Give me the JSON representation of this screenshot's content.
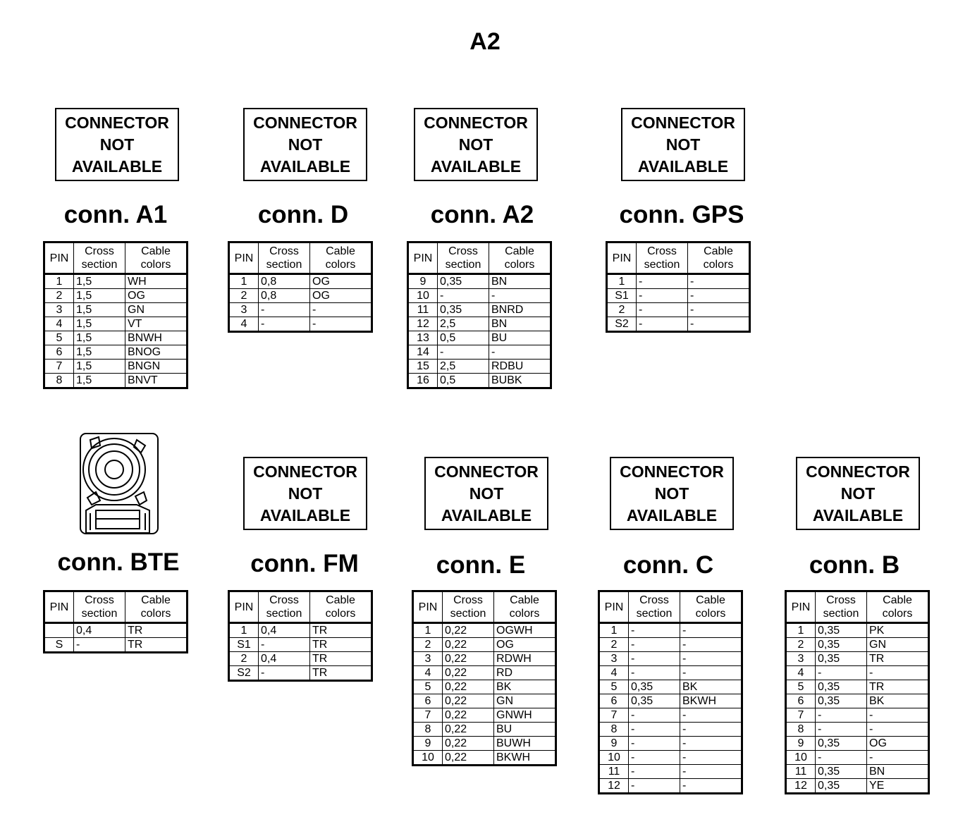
{
  "page_title": "A2",
  "not_available_lines": [
    "CONNECTOR",
    "NOT",
    "AVAILABLE"
  ],
  "table_headers": {
    "pin": "PIN",
    "cross_section": [
      "Cross",
      "section"
    ],
    "cable_colors": [
      "Cable",
      "colors"
    ]
  },
  "connectors": [
    {
      "id": "a1",
      "title": "conn. A1",
      "rows": [
        [
          "1",
          "1,5",
          "WH"
        ],
        [
          "2",
          "1,5",
          "OG"
        ],
        [
          "3",
          "1,5",
          "GN"
        ],
        [
          "4",
          "1,5",
          "VT"
        ],
        [
          "5",
          "1,5",
          "BNWH"
        ],
        [
          "6",
          "1,5",
          "BNOG"
        ],
        [
          "7",
          "1,5",
          "BNGN"
        ],
        [
          "8",
          "1,5",
          "BNVT"
        ]
      ]
    },
    {
      "id": "d",
      "title": "conn. D",
      "rows": [
        [
          "1",
          "0,8",
          "OG"
        ],
        [
          "2",
          "0,8",
          "OG"
        ],
        [
          "3",
          "-",
          "-"
        ],
        [
          "4",
          "-",
          "-"
        ]
      ]
    },
    {
      "id": "a2",
      "title": "conn. A2",
      "rows": [
        [
          "9",
          "0,35",
          "BN"
        ],
        [
          "10",
          "-",
          "-"
        ],
        [
          "11",
          "0,35",
          "BNRD"
        ],
        [
          "12",
          "2,5",
          "BN"
        ],
        [
          "13",
          "0,5",
          "BU"
        ],
        [
          "14",
          "-",
          "-"
        ],
        [
          "15",
          "2,5",
          "RDBU"
        ],
        [
          "16",
          "0,5",
          "BUBK"
        ]
      ]
    },
    {
      "id": "gps",
      "title": "conn. GPS",
      "rows": [
        [
          "1",
          "-",
          "-"
        ],
        [
          "S1",
          "-",
          "-"
        ],
        [
          "2",
          "-",
          "-"
        ],
        [
          "S2",
          "-",
          "-"
        ]
      ]
    },
    {
      "id": "bte",
      "title": "conn. BTE",
      "rows": [
        [
          "",
          "0,4",
          "TR"
        ],
        [
          "S",
          "-",
          "TR"
        ]
      ]
    },
    {
      "id": "fm",
      "title": "conn. FM",
      "rows": [
        [
          "1",
          "0,4",
          "TR"
        ],
        [
          "S1",
          "-",
          "TR"
        ],
        [
          "2",
          "0,4",
          "TR"
        ],
        [
          "S2",
          "-",
          "TR"
        ]
      ]
    },
    {
      "id": "e",
      "title": "conn. E",
      "rows": [
        [
          "1",
          "0,22",
          "OGWH"
        ],
        [
          "2",
          "0,22",
          "OG"
        ],
        [
          "3",
          "0,22",
          "RDWH"
        ],
        [
          "4",
          "0,22",
          "RD"
        ],
        [
          "5",
          "0,22",
          "BK"
        ],
        [
          "6",
          "0,22",
          "GN"
        ],
        [
          "7",
          "0,22",
          "GNWH"
        ],
        [
          "8",
          "0,22",
          "BU"
        ],
        [
          "9",
          "0,22",
          "BUWH"
        ],
        [
          "10",
          "0,22",
          "BKWH"
        ]
      ]
    },
    {
      "id": "c",
      "title": "conn. C",
      "rows": [
        [
          "1",
          "-",
          "-"
        ],
        [
          "2",
          "-",
          "-"
        ],
        [
          "3",
          "-",
          "-"
        ],
        [
          "4",
          "-",
          "-"
        ],
        [
          "5",
          "0,35",
          "BK"
        ],
        [
          "6",
          "0,35",
          "BKWH"
        ],
        [
          "7",
          "-",
          "-"
        ],
        [
          "8",
          "-",
          "-"
        ],
        [
          "9",
          "-",
          "-"
        ],
        [
          "10",
          "-",
          "-"
        ],
        [
          "11",
          "-",
          "-"
        ],
        [
          "12",
          "-",
          "-"
        ]
      ]
    },
    {
      "id": "b",
      "title": "conn. B",
      "rows": [
        [
          "1",
          "0,35",
          "PK"
        ],
        [
          "2",
          "0,35",
          "GN"
        ],
        [
          "3",
          "0,35",
          "TR"
        ],
        [
          "4",
          "-",
          "-"
        ],
        [
          "5",
          "0,35",
          "TR"
        ],
        [
          "6",
          "0,35",
          "BK"
        ],
        [
          "7",
          "-",
          "-"
        ],
        [
          "8",
          "-",
          "-"
        ],
        [
          "9",
          "0,35",
          "OG"
        ],
        [
          "10",
          "-",
          "-"
        ],
        [
          "11",
          "0,35",
          "BN"
        ],
        [
          "12",
          "0,35",
          "YE"
        ]
      ]
    }
  ]
}
